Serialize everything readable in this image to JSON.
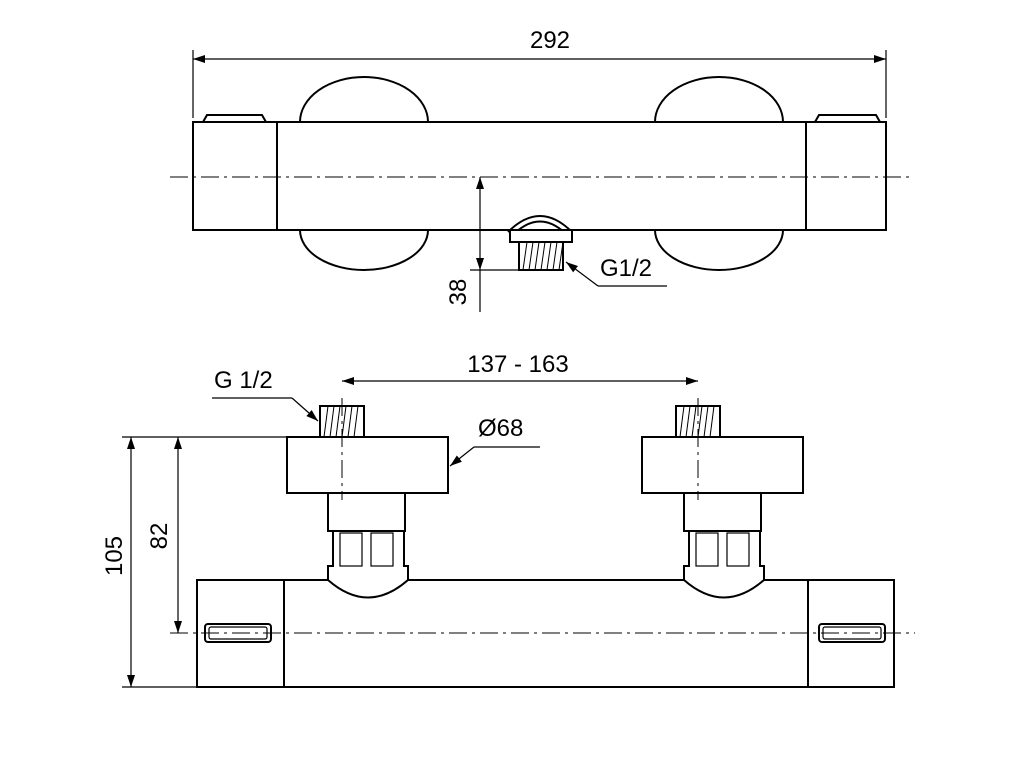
{
  "drawing": {
    "top_view": {
      "overall_width": "292",
      "outlet_offset": "38",
      "outlet_thread": "G1/2"
    },
    "front_view": {
      "inlet_spacing": "137 - 163",
      "inlet_thread": "G 1/2",
      "escutcheon_diameter": "Ø68",
      "height_overall": "105",
      "height_to_axis": "82"
    }
  }
}
